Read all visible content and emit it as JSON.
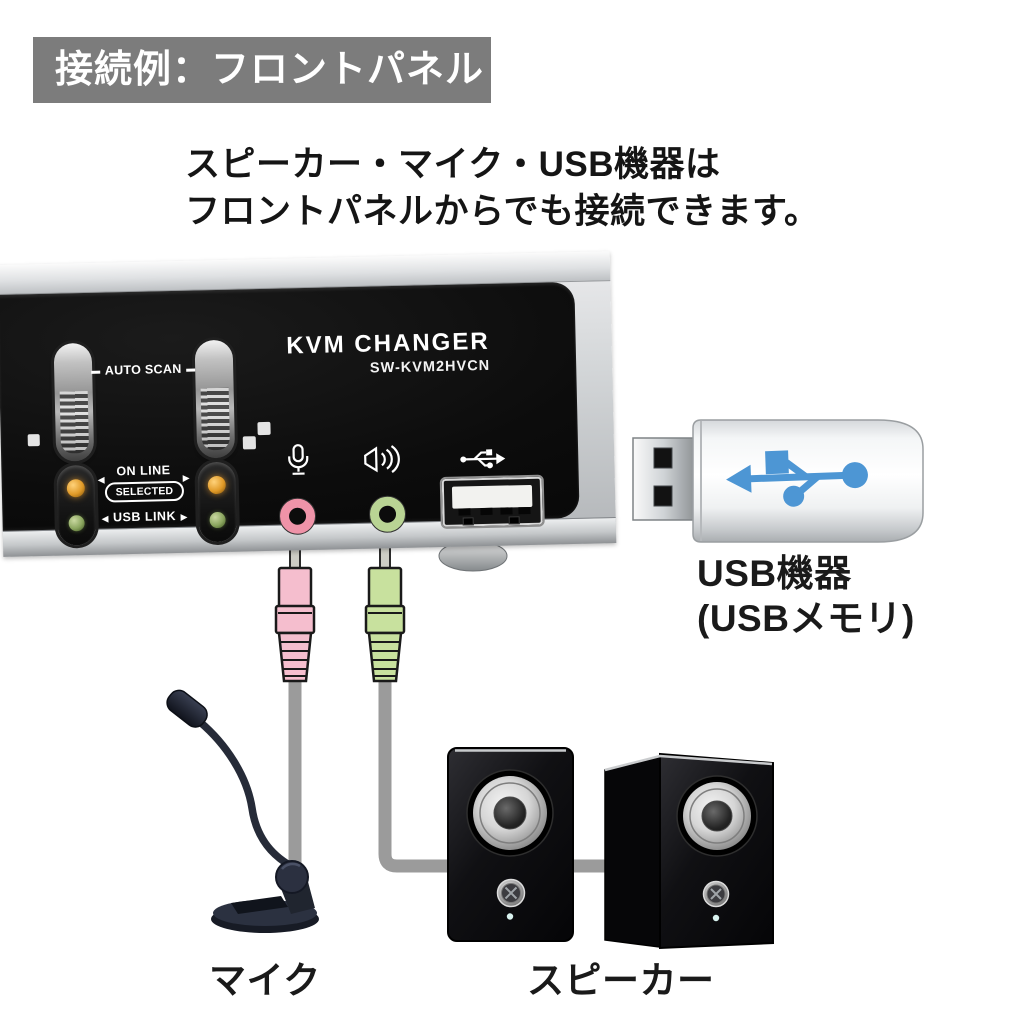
{
  "header": {
    "banner": "接続例：フロントパネル",
    "subtitle": [
      "スピーカー・マイク・USB機器は",
      "フロントパネルからでも接続できます。"
    ]
  },
  "device": {
    "brand": "KVM CHANGER",
    "model": "SW-KVM2HVCN",
    "auto_scan_label": "AUTO SCAN",
    "online_label": "ON LINE",
    "selected_label": "SELECTED",
    "usb_link_label": "USB LINK"
  },
  "icons": {
    "arrow_left": "◀",
    "arrow_right": "▶",
    "mic_icon": "microphone-jack-icon",
    "speaker_icon": "speaker-jack-icon",
    "usb_icon": "usb-trident-icon"
  },
  "labels": {
    "usb_device_line1": "USB機器",
    "usb_device_line2": "(USBメモリ)",
    "microphone": "マイク",
    "speakers": "スピーカー"
  },
  "colors": {
    "banner_bg": "#7c7c7c",
    "mic_jack_pink": "#ef93a8",
    "speaker_jack_green": "#b9d494",
    "plug_pink": "#f5bece",
    "plug_green": "#c8e19e",
    "usb_symbol_blue": "#4d96d4",
    "cable_gray": "#9b9b9b",
    "led_orange": "#e09a28",
    "led_green": "#8aa55e"
  }
}
